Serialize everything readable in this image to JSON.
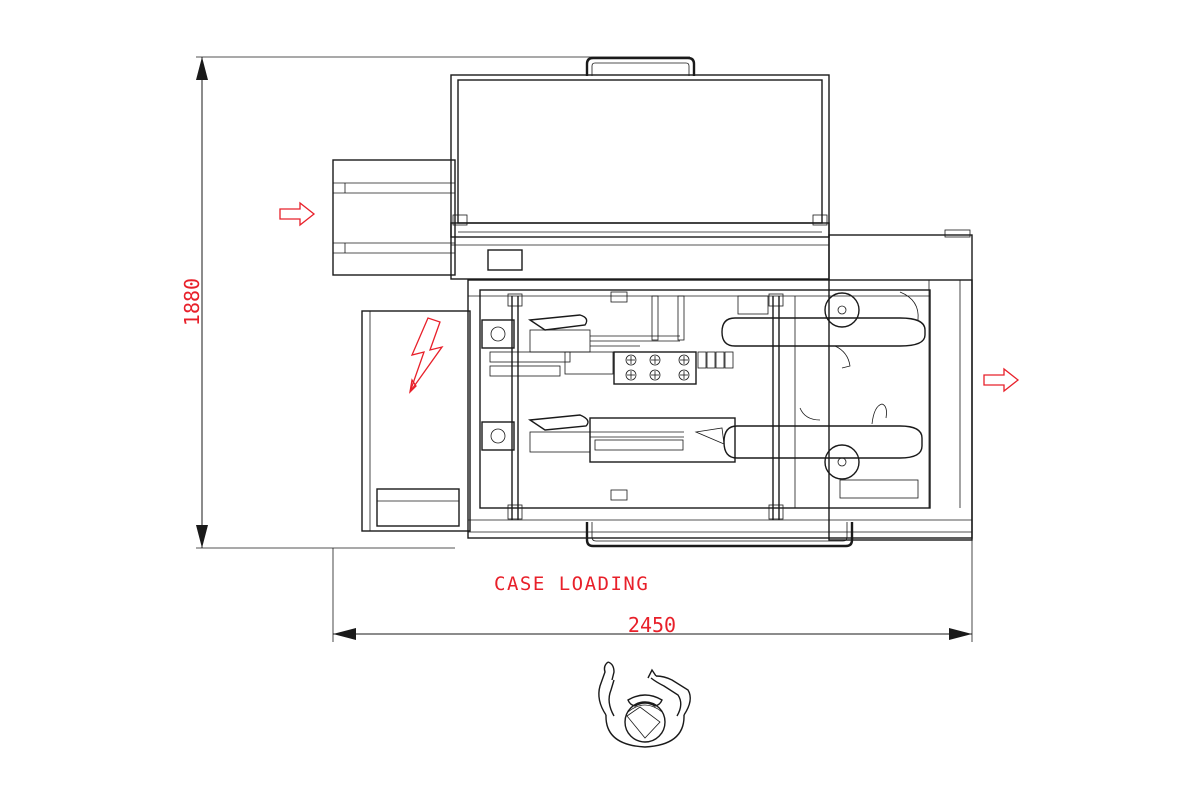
{
  "drawing": {
    "label_case_loading": "CASE LOADING",
    "dim_width": "2450",
    "dim_height": "1880",
    "annotation_color": "#e8202a",
    "line_color": "#1a1a1a"
  },
  "icons": {
    "infeed_arrow": "hollow-arrow-right",
    "outfeed_arrow": "hollow-arrow-right",
    "hazard": "lightning-bolt",
    "operator": "operator-top-view"
  }
}
